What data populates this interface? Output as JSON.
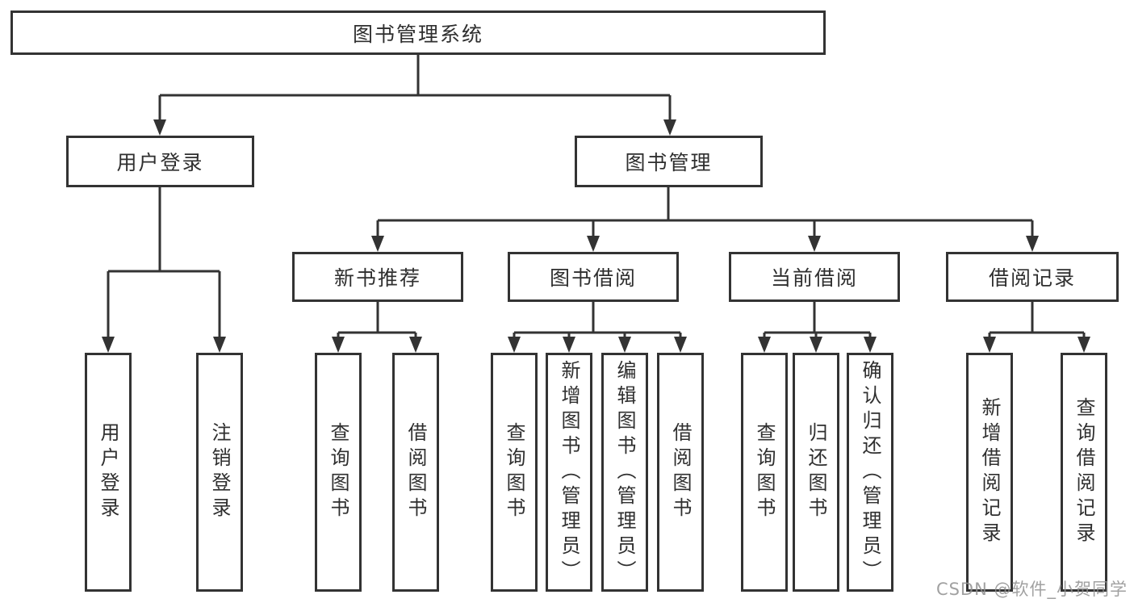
{
  "nodes": {
    "root": {
      "label": "图书管理系统"
    },
    "user_login": {
      "label": "用户登录"
    },
    "book_mgmt": {
      "label": "图书管理"
    },
    "new_book_rec": {
      "label": "新书推荐"
    },
    "book_borrow": {
      "label": "图书借阅"
    },
    "current_borrow": {
      "label": "当前借阅"
    },
    "borrow_record": {
      "label": "借阅记录"
    },
    "leaf_user_login": {
      "label": "用户登录"
    },
    "leaf_logout": {
      "label": "注销登录"
    },
    "leaf_rec_query_book": {
      "label": "查询图书"
    },
    "leaf_rec_borrow_book": {
      "label": "借阅图书"
    },
    "leaf_bb_query_book": {
      "label": "查询图书"
    },
    "leaf_bb_add_book": {
      "label": "新增图书（管理员）"
    },
    "leaf_bb_edit_book": {
      "label": "编辑图书（管理员）"
    },
    "leaf_bb_borrow_book": {
      "label": "借阅图书"
    },
    "leaf_cb_query_book": {
      "label": "查询图书"
    },
    "leaf_cb_return_book": {
      "label": "归还图书"
    },
    "leaf_cb_confirm_return": {
      "label": "确认归还（管理员）"
    },
    "leaf_br_add_record": {
      "label": "新增借阅记录"
    },
    "leaf_br_query_record": {
      "label": "查询借阅记录"
    }
  },
  "watermark": "CSDN @软件_小贺同学",
  "colors": {
    "line": "#333333",
    "text": "#2f2f2f",
    "background": "#ffffff",
    "watermark": "#919191"
  }
}
